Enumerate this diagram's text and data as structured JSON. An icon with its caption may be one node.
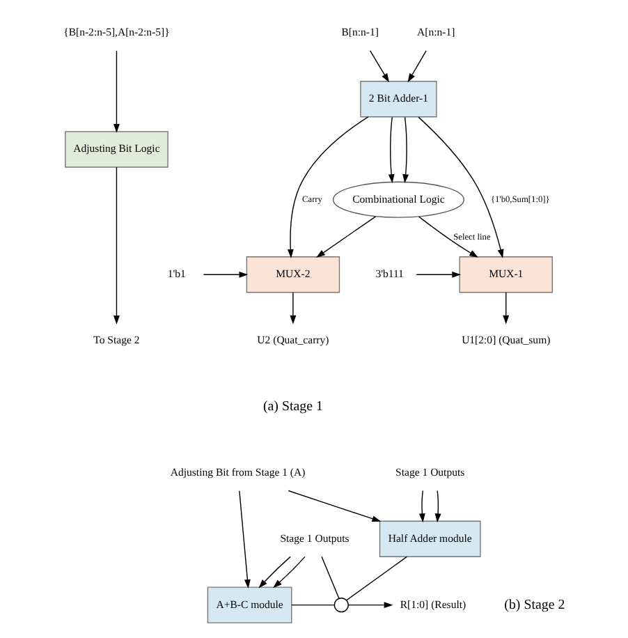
{
  "diagram": {
    "nodes": [
      {
        "text": [
          "{B[n-2:n-5],A[n-2:n-5]}"
        ]
      },
      {
        "text": [
          "Adjusting Bit Logic"
        ]
      },
      {
        "text": [
          "To Stage 2"
        ]
      },
      {
        "text": [
          "B[n:n-1]"
        ]
      },
      {
        "text": [
          "A[n:n-1]"
        ]
      },
      {
        "text": [
          "2 Bit Adder-1"
        ]
      },
      {
        "text": [
          "Combinational Logic"
        ]
      },
      {
        "text": [
          "1'b1"
        ]
      },
      {
        "text": [
          "MUX-2"
        ]
      },
      {
        "text": [
          "3'b111"
        ]
      },
      {
        "text": [
          "MUX-1"
        ]
      },
      {
        "text": [
          "U2 (Quat_carry)"
        ]
      },
      {
        "text": [
          "U1[2:0] (Quat_sum)"
        ]
      },
      {
        "text": [
          "Stage 1 Outputs"
        ]
      },
      {
        "text": [
          "A+B-C module"
        ]
      },
      {
        "text": [
          "Stage 1 Outputs"
        ]
      },
      {
        "text": [
          "Half Adder module"
        ]
      },
      {
        "text": [
          "Adjusting Bit from Stage 1 (A)"
        ]
      },
      {
        "text": [],
        "shape": "circle"
      },
      {
        "text": [
          "R[1:0] (Result)"
        ]
      }
    ],
    "edges": [
      {
        "from": 0,
        "to": 1,
        "arrow": "to"
      },
      {
        "from": 1,
        "to": 2,
        "arrow": "to"
      },
      {
        "from": 3,
        "to": 5,
        "arrow": "to"
      },
      {
        "from": 4,
        "to": 5,
        "arrow": "to"
      },
      {
        "from": 5,
        "to": 8,
        "label": "Carry",
        "arrow": "to"
      },
      {
        "from": 5,
        "to": 6,
        "arrow": "to"
      },
      {
        "from": 5,
        "to": 6,
        "arrow": "to"
      },
      {
        "from": 5,
        "to": 10,
        "label": "{1'b0,Sum[1:0]}",
        "arrow": "to"
      },
      {
        "from": 6,
        "to": 8,
        "arrow": "to"
      },
      {
        "from": 6,
        "to": 10,
        "label": "Select line",
        "arrow": "to"
      },
      {
        "from": 7,
        "to": 8,
        "arrow": "to"
      },
      {
        "from": 9,
        "to": 10,
        "arrow": "to"
      },
      {
        "from": 8,
        "to": 11,
        "arrow": "to"
      },
      {
        "from": 10,
        "to": 12,
        "arrow": "to"
      },
      {
        "from": 13,
        "to": 14,
        "arrow": "to"
      },
      {
        "from": 13,
        "to": 14,
        "arrow": "to"
      },
      {
        "from": 15,
        "to": 16,
        "arrow": "to"
      },
      {
        "from": 15,
        "to": 16,
        "arrow": "to"
      },
      {
        "from": 17,
        "to": 14,
        "arrow": "to"
      },
      {
        "from": 17,
        "to": 16,
        "arrow": "to"
      },
      {
        "from": 14,
        "to": 18,
        "arrow": "none"
      },
      {
        "from": 13,
        "to": 18,
        "arrow": "none"
      },
      {
        "from": 16,
        "to": 18,
        "arrow": "none"
      },
      {
        "from": 18,
        "to": 19,
        "arrow": "to"
      }
    ],
    "labels": [
      "(a) Stage 1",
      "(b) Stage 2"
    ]
  }
}
